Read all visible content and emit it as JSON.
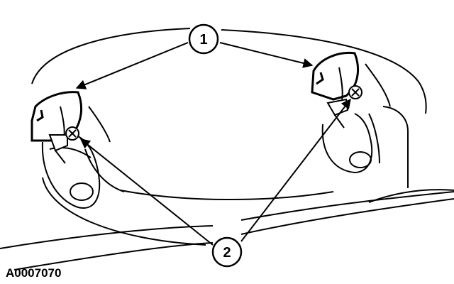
{
  "diagram": {
    "reference_code": "A0007070",
    "callouts": [
      {
        "id": "1",
        "label": "1"
      },
      {
        "id": "2",
        "label": "2"
      }
    ],
    "stroke_color": "#000000",
    "background_color": "#ffffff"
  }
}
